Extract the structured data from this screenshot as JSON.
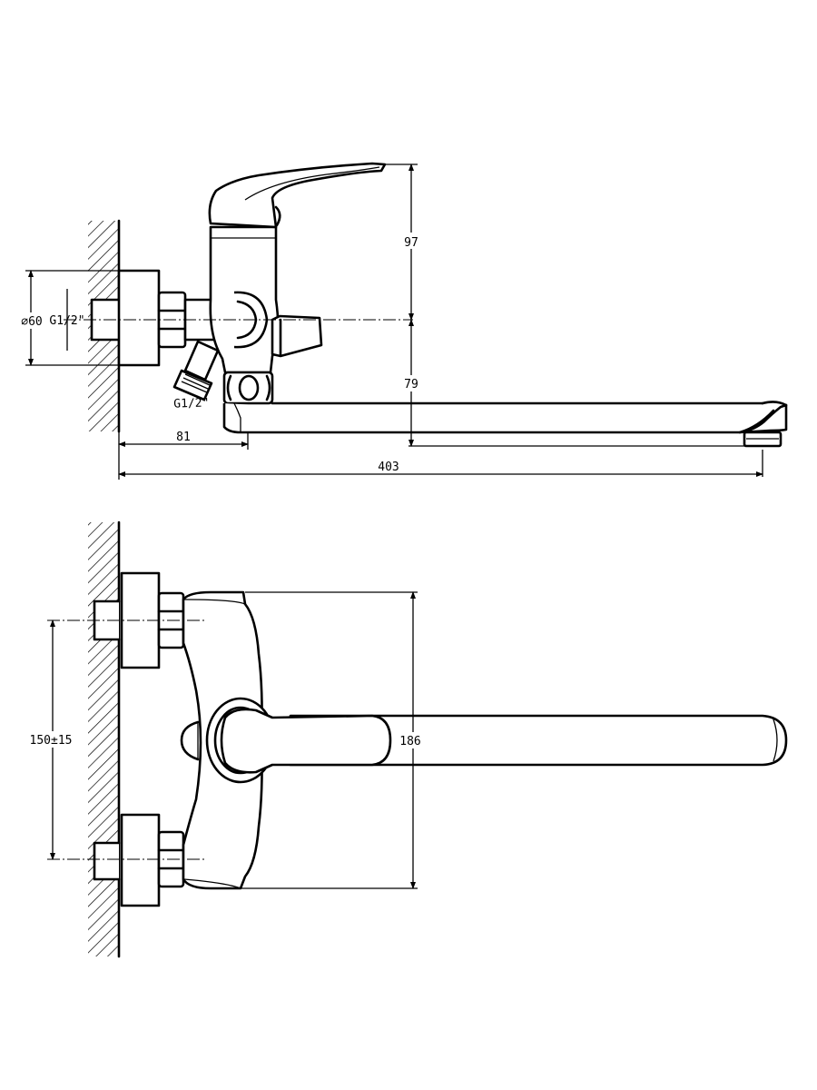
{
  "side_view": {
    "dimensions": {
      "diameter": "⌀60",
      "thread_inlet": "G1/2\"",
      "thread_outlet": "G1/2\"",
      "height_top": "97",
      "height_spout": "79",
      "offset": "81",
      "spout_length": "403"
    }
  },
  "top_view": {
    "dimensions": {
      "centers": "150±15",
      "width": "186"
    }
  }
}
